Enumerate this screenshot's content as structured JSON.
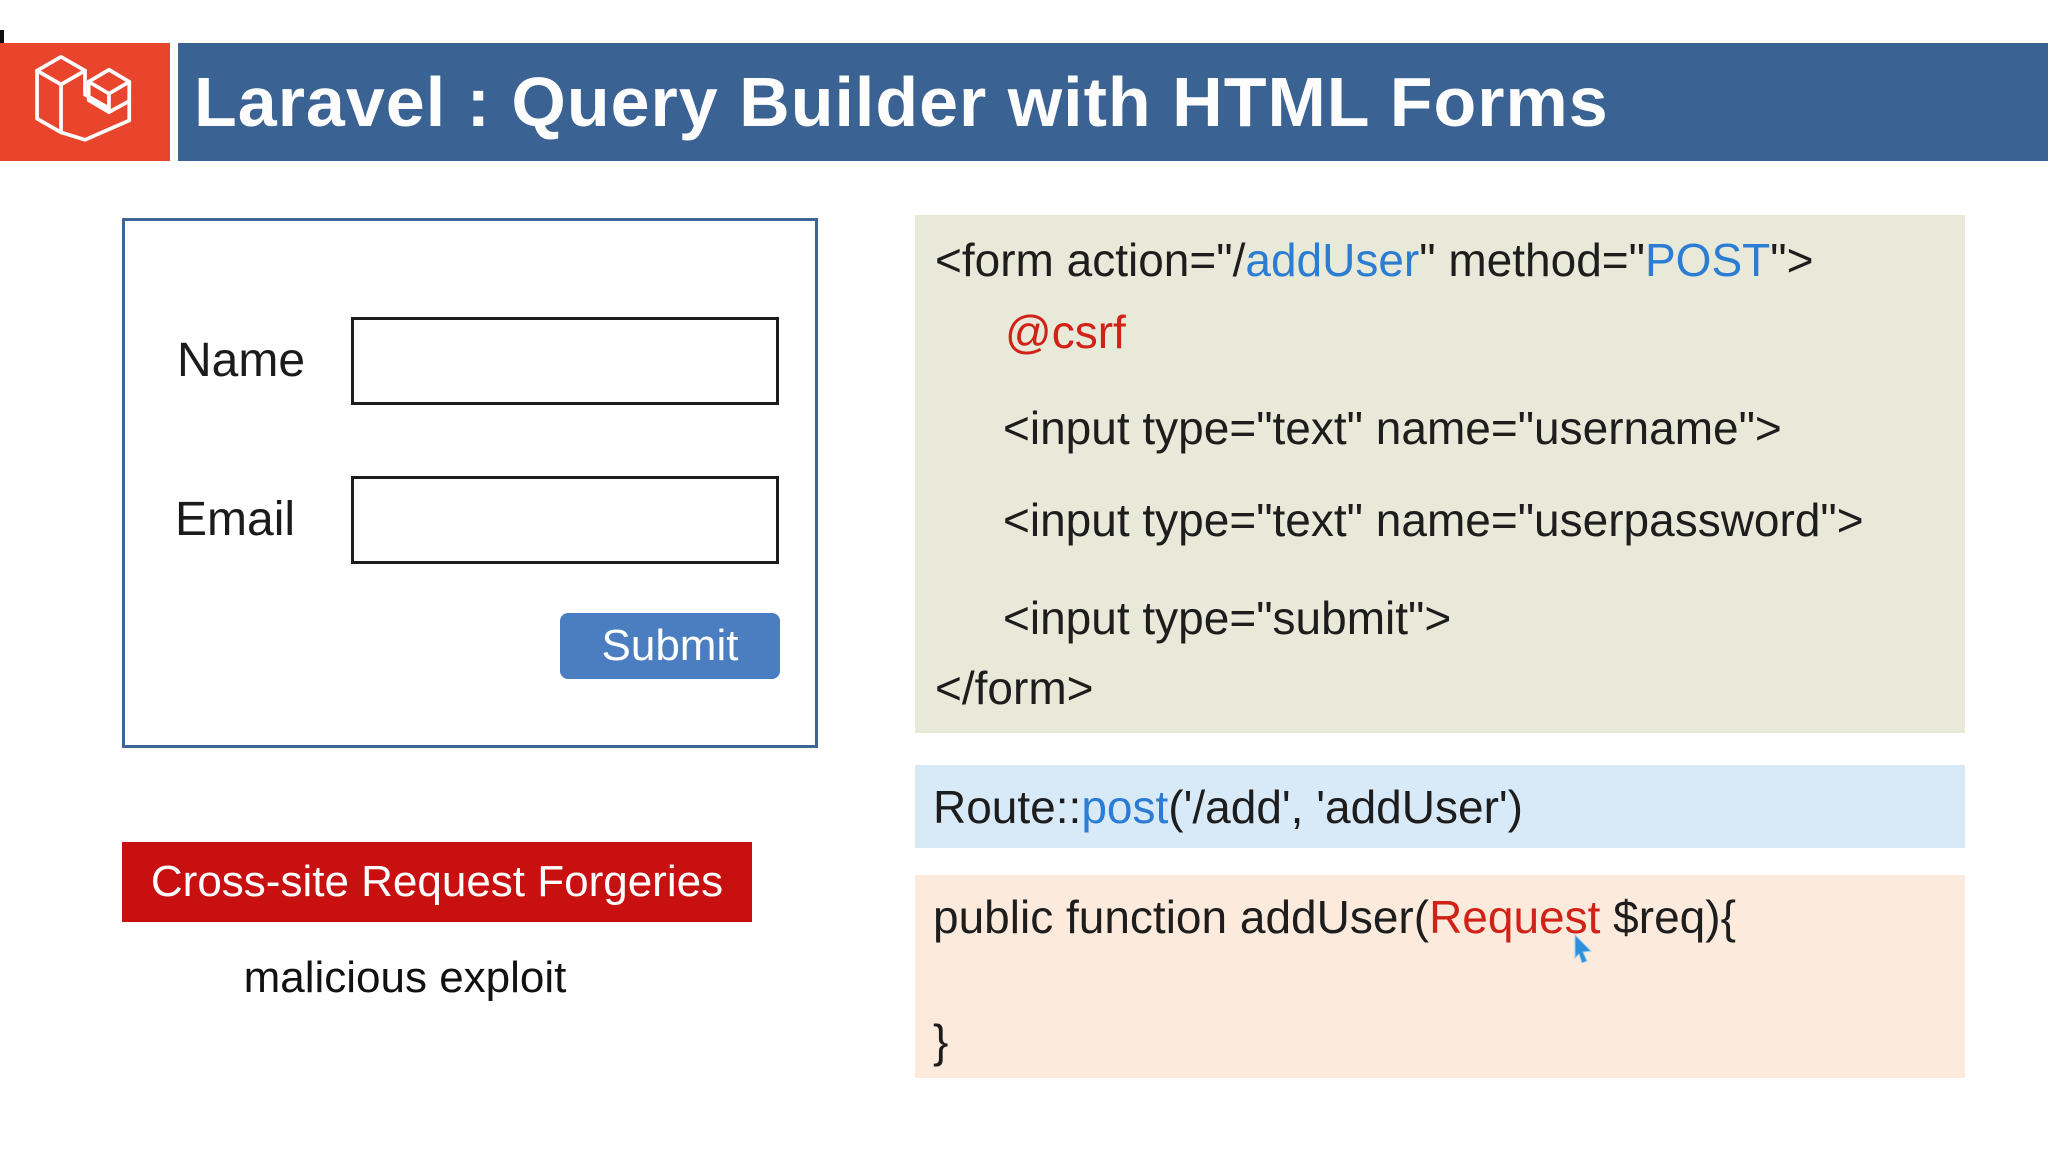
{
  "palette": {
    "code": "#1d1d1d",
    "blue": "#2b7cd3",
    "red": "#d02217",
    "header_bg": "#3a6292",
    "logo_bg": "#e9452c",
    "form_border": "#3d6595",
    "submit_bg": "#4b7ec0",
    "banner_bg": "#c81010",
    "form_code_bg": "#e9e9d9",
    "route_code_bg": "#d8eaf7",
    "controller_code_bg": "#fcebdc",
    "cursor_blue": "#2e8fdd"
  },
  "header": {
    "title": "Laravel : Query Builder with HTML Forms",
    "logo_icon": "laravel-logo"
  },
  "form_mock": {
    "name_label": "Name",
    "email_label": "Email",
    "name_value": "",
    "email_value": "",
    "submit_label": "Submit"
  },
  "banner": {
    "title": "Cross-site Request Forgeries",
    "caption": "malicious exploit"
  },
  "code_blocks": {
    "html_form": {
      "lines": [
        {
          "segments": [
            {
              "t": "<form action=\"/",
              "c": "code"
            },
            {
              "t": "addUser",
              "c": "blue"
            },
            {
              "t": "\" method=\"",
              "c": "code"
            },
            {
              "t": "POST",
              "c": "blue"
            },
            {
              "t": "\">",
              "c": "code"
            }
          ]
        },
        {
          "segments": [
            {
              "t": "@csrf",
              "c": "red"
            }
          ]
        },
        {
          "segments": [
            {
              "t": "<input type=\"text\" name=\"username\">",
              "c": "code"
            }
          ]
        },
        {
          "segments": [
            {
              "t": "<input type=\"text\" name=\"userpassword\">",
              "c": "code"
            }
          ]
        },
        {
          "segments": [
            {
              "t": "<input type=\"submit\">",
              "c": "code"
            }
          ]
        },
        {
          "segments": [
            {
              "t": "</form>",
              "c": "code"
            }
          ]
        }
      ]
    },
    "route": {
      "segments": [
        {
          "t": "Route::",
          "c": "code"
        },
        {
          "t": "post",
          "c": "blue"
        },
        {
          "t": "('/add', 'addUser')",
          "c": "code"
        }
      ]
    },
    "controller": {
      "line1_segments": [
        {
          "t": "public function addUser(",
          "c": "code"
        },
        {
          "t": "Request",
          "c": "red"
        },
        {
          "t": " $req){",
          "c": "code"
        }
      ],
      "line2_segments": [
        {
          "t": "}",
          "c": "code"
        }
      ]
    }
  }
}
